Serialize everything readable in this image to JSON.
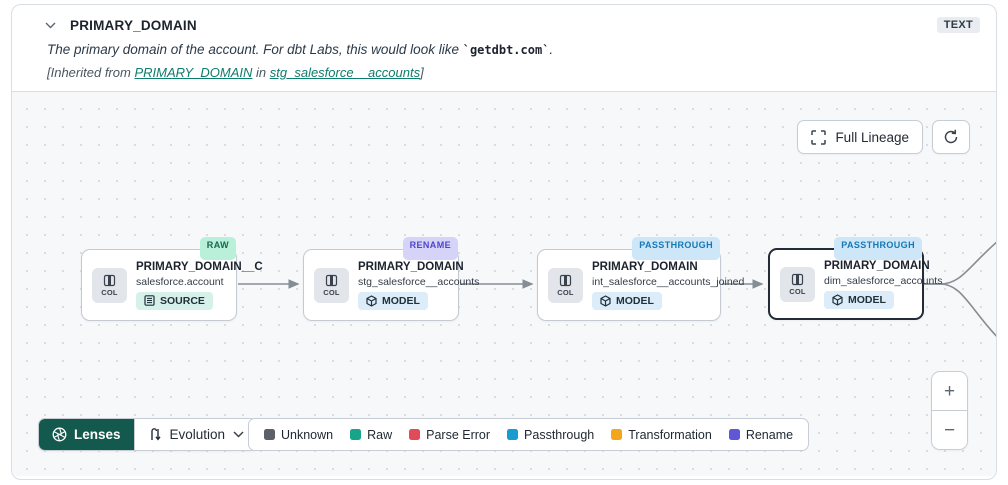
{
  "header": {
    "title": "PRIMARY_DOMAIN",
    "type_badge": "TEXT",
    "description": {
      "prefix": "The primary domain of the account. For dbt Labs, this would look like ",
      "code": "`getdbt.com`",
      "suffix": "."
    },
    "inherited": {
      "prefix": "[Inherited from ",
      "link_column": "PRIMARY_DOMAIN",
      "middle": " in ",
      "link_model": "stg_salesforce__accounts",
      "suffix": "]"
    }
  },
  "toolbar": {
    "full_lineage_label": "Full Lineage"
  },
  "canvas": {
    "nodes": [
      {
        "tag": "RAW",
        "col_label": "COL",
        "title": "PRIMARY_DOMAIN__C",
        "subtitle": "salesforce.account",
        "resource_badge": "SOURCE"
      },
      {
        "tag": "RENAME",
        "col_label": "COL",
        "title": "PRIMARY_DOMAIN",
        "subtitle": "stg_salesforce__accounts",
        "resource_badge": "MODEL"
      },
      {
        "tag": "PASSTHROUGH",
        "col_label": "COL",
        "title": "PRIMARY_DOMAIN",
        "subtitle": "int_salesforce__accounts_joined",
        "resource_badge": "MODEL"
      },
      {
        "tag": "PASSTHROUGH",
        "col_label": "COL",
        "title": "PRIMARY_DOMAIN",
        "subtitle": "dim_salesforce_accounts",
        "resource_badge": "MODEL",
        "selected": true
      }
    ]
  },
  "lenses": {
    "label": "Lenses",
    "dropdown_label": "Evolution"
  },
  "legend": {
    "items": [
      {
        "label": "Unknown",
        "color": "#5b6069"
      },
      {
        "label": "Raw",
        "color": "#17a48b"
      },
      {
        "label": "Parse Error",
        "color": "#e14b57"
      },
      {
        "label": "Passthrough",
        "color": "#189bd1"
      },
      {
        "label": "Transformation",
        "color": "#f2a71b"
      },
      {
        "label": "Rename",
        "color": "#5f57d6"
      }
    ]
  },
  "zoom_controls": {
    "zoom_in": "+",
    "zoom_out": "−"
  }
}
